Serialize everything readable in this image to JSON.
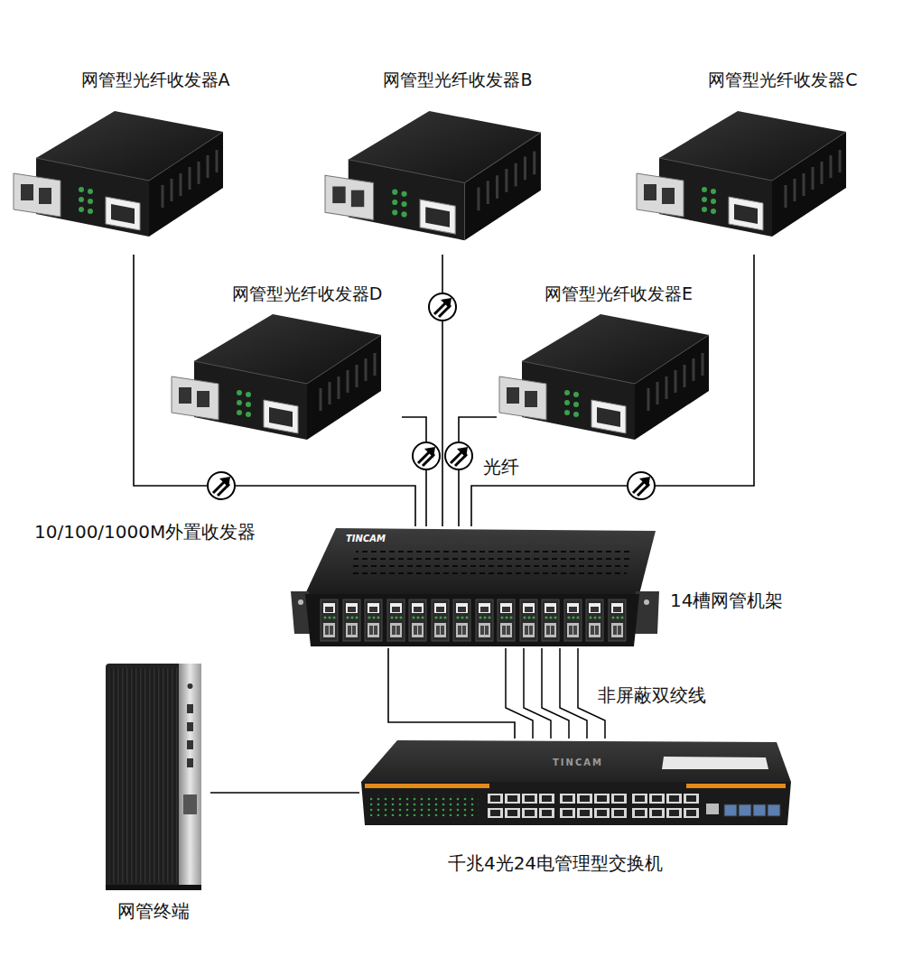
{
  "diagram": {
    "nodes": [
      {
        "text": [
          "网管型光纤收发器A"
        ]
      },
      {
        "text": [
          "网管型光纤收发器B"
        ]
      },
      {
        "text": [
          "网管型光纤收发器C"
        ]
      },
      {
        "text": [
          "网管型光纤收发器D"
        ]
      },
      {
        "text": [
          "网管型光纤收发器E"
        ]
      },
      {
        "text": [
          "14槽网管机架"
        ]
      },
      {
        "text": [
          "千兆4光24电管理型交换机"
        ]
      },
      {
        "text": [
          "网管终端"
        ]
      }
    ],
    "edges": [
      {
        "from": 0,
        "to": 5,
        "arrow": "none"
      },
      {
        "from": 1,
        "to": 5,
        "arrow": "none"
      },
      {
        "from": 2,
        "to": 5,
        "arrow": "none"
      },
      {
        "from": 3,
        "to": 5,
        "arrow": "none"
      },
      {
        "from": 4,
        "to": 5,
        "arrow": "none"
      },
      {
        "from": 5,
        "to": 6,
        "label": "非屏蔽双绞线",
        "arrow": "none"
      },
      {
        "from": 6,
        "to": 7,
        "arrow": "none"
      }
    ],
    "labels": [
      "光纤",
      "10/100/1000M外置收发器",
      "TINCAM",
      "TINCAM"
    ]
  }
}
